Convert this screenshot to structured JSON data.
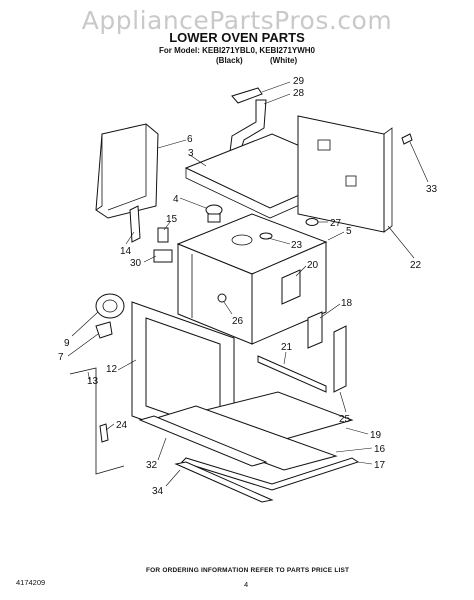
{
  "watermark": "AppliancePartsPros.com",
  "header": {
    "title": "LOWER OVEN PARTS",
    "model_line": "For Model: KEBI271YBL0, KEBI271YWH0",
    "color_black": "(Black)",
    "color_white": "(White)"
  },
  "callouts": {
    "c29": "29",
    "c28": "28",
    "c6": "6",
    "c3": "3",
    "c33": "33",
    "c4": "4",
    "c15": "15",
    "c27": "27",
    "c5": "5",
    "c23": "23",
    "c14": "14",
    "c30": "30",
    "c22": "22",
    "c20": "20",
    "c18": "18",
    "c26": "26",
    "c9": "9",
    "c7": "7",
    "c21": "21",
    "c12": "12",
    "c13": "13",
    "c25": "25",
    "c24": "24",
    "c19": "19",
    "c16": "16",
    "c17": "17",
    "c32": "32",
    "c34": "34"
  },
  "footer": {
    "ordering_note": "FOR ORDERING INFORMATION REFER TO PARTS PRICE LIST",
    "doc_number": "4174209",
    "page_number": "4"
  }
}
